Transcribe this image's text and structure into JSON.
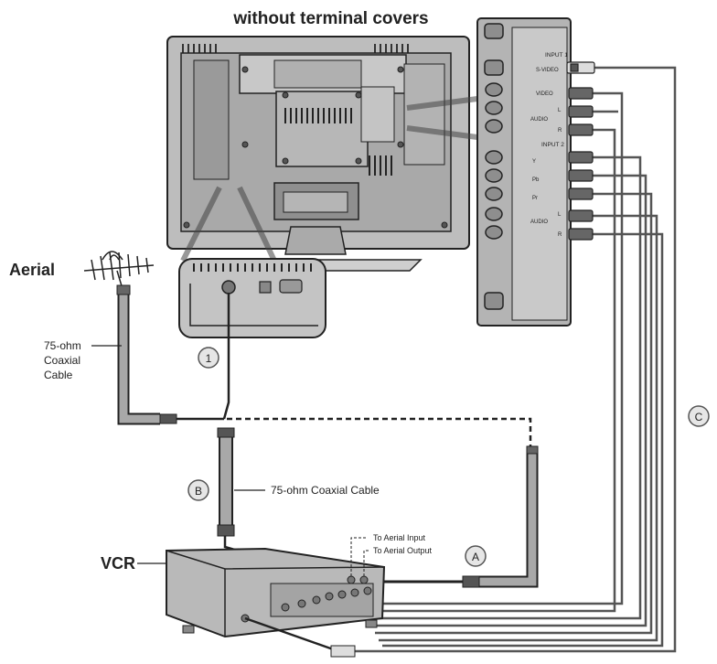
{
  "header": {
    "title": "without terminal covers"
  },
  "labels": {
    "aerial": "Aerial",
    "coax_left_line1": "75-ohm",
    "coax_left_line2": "Coaxial",
    "coax_left_line3": "Cable",
    "coax_middle": "75-ohm Coaxial Cable",
    "vcr": "VCR",
    "to_aerial_input": "To Aerial Input",
    "to_aerial_output": "To Aerial Output"
  },
  "markers": {
    "one": "1",
    "a": "A",
    "b": "B",
    "c": "C"
  },
  "panel": {
    "input1": "INPUT 1",
    "svideo": "S-VIDEO",
    "video": "VIDEO",
    "audio": "AUDIO",
    "l": "L",
    "r": "R",
    "input2": "INPUT 2",
    "y": "Y",
    "pb": "Pb",
    "pr": "Pr"
  },
  "colors": {
    "line": "#222222",
    "cable_fill": "#a8a8a8",
    "tv_body": "#bdbdbd",
    "marker_fill": "#e6e6e6"
  }
}
